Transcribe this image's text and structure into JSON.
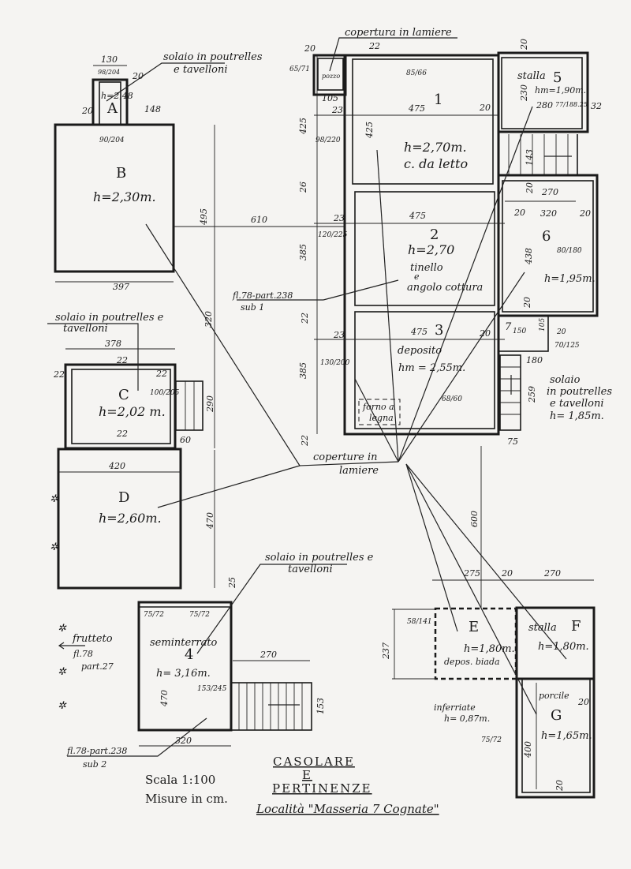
{
  "title": {
    "line1": "CASOLARE",
    "line2": "E",
    "line3": "PERTINENZE",
    "location": "Località \"Masseria 7 Cognate\""
  },
  "scale": {
    "scale": "Scala 1:100",
    "units": "Misure in cm."
  },
  "notes": {
    "copertura_top": "copertura in lamiere",
    "solaio_a1": "solaio in poutrelles",
    "solaio_a2": "e tavelloni",
    "solaio_c1": "solaio in poutrelles e",
    "solaio_c2": "tavelloni",
    "solaio_4a": "solaio in poutrelles e",
    "solaio_4b": "tavelloni",
    "solaio_7a": "solaio",
    "solaio_7b": "in poutrelles",
    "solaio_7c": "e tavelloni",
    "solaio_7d": "h= 1,85m.",
    "coperture_center1": "coperture in",
    "coperture_center2": "lamiere",
    "fl_sub1a": "fl.78-part.238",
    "fl_sub1b": "sub 1",
    "fl_sub2a": "fl.78-part.238",
    "fl_sub2b": "sub 2",
    "frutteto1": "frutteto",
    "frutteto2": "fl.78",
    "frutteto3": "part.27",
    "inferriate1": "inferriate",
    "inferriate2": "h= 0,87m.",
    "forno1": "forno a",
    "forno2": "legna"
  },
  "rooms": {
    "A": {
      "label": "A",
      "h": "h=2,48"
    },
    "B": {
      "label": "B",
      "h": "h=2,30m."
    },
    "C": {
      "label": "C",
      "h": "h=2,02 m."
    },
    "D": {
      "label": "D",
      "h": "h=2,60m."
    },
    "r1": {
      "label": "1",
      "h": "h=2,70m.",
      "use": "c. da letto"
    },
    "r2": {
      "label": "2",
      "h": "h=2,70",
      "use1": "tinello",
      "use2": "e",
      "use3": "angolo cottura"
    },
    "r3": {
      "label": "3",
      "use": "deposito",
      "h": "hm = 2,55m."
    },
    "r4": {
      "label": "4",
      "use": "seminterrato",
      "h": "h= 3,16m."
    },
    "r5": {
      "label": "5",
      "use": "stalla",
      "h": "hm=1,90m."
    },
    "r6": {
      "label": "6",
      "h": "h=1,95m."
    },
    "r7": {
      "label": "7"
    },
    "E": {
      "label": "E",
      "h": "h=1,80m.",
      "use": "depos. biada"
    },
    "F": {
      "label": "F",
      "use": "stalla",
      "h": "h=1,80m."
    },
    "G": {
      "label": "G",
      "use": "porcile",
      "h": "h=1,65m."
    },
    "pozzo": {
      "label": "pozzo"
    }
  },
  "dims": {
    "d130": "130",
    "d98_204": "98/204",
    "d20a": "20",
    "d20b": "20",
    "d148": "148",
    "d90_204": "90/204",
    "d495": "495",
    "d610": "610",
    "d397": "397",
    "d320": "320",
    "d378": "378",
    "d22a": "22",
    "d22b": "22",
    "d22c": "22",
    "d22d": "22",
    "d100_205": "100/205",
    "d290": "290",
    "d60": "60",
    "d420": "420",
    "d470": "470",
    "d25": "25",
    "d65_71": "65/71",
    "d20c": "20",
    "d22e": "22",
    "d85_66": "85/66",
    "d475a": "475",
    "d20d": "20",
    "d425a": "425",
    "d425b": "425",
    "d105": "105",
    "d23a": "23",
    "d98_220": "98/220",
    "d26": "26",
    "d230": "230",
    "d77_18825": "77/188.25",
    "d280": "280",
    "d32": "32",
    "d20e": "20",
    "d143": "143",
    "d20f": "20",
    "d270a": "270",
    "d20g": "20",
    "d320b": "320",
    "d20h": "20",
    "d80_180": "80/180",
    "d438": "438",
    "d475b": "475",
    "d23b": "23",
    "d120_225": "120/225",
    "d385a": "385",
    "d20i": "20",
    "d475c": "475",
    "d23c": "23",
    "d20j": "20",
    "d130_200": "130/200",
    "d385b": "385",
    "d68_60": "68/60",
    "d150": "150",
    "d105b": "105",
    "d20k": "20",
    "d70_125": "70/125",
    "d180": "180",
    "d259": "259",
    "d75": "75",
    "d22f": "22",
    "d22g": "22",
    "d600": "600",
    "d75_72a": "75/72",
    "d75_72b": "75/72",
    "d470b": "470",
    "d153_245": "153/245",
    "d270b": "270",
    "d153": "153",
    "d320c": "320",
    "d275": "275",
    "d20l": "20",
    "d270c": "270",
    "d58_141": "58/141",
    "d237": "237",
    "d20m": "20",
    "d75_72c": "75/72",
    "d400": "400",
    "d20n": "20"
  }
}
